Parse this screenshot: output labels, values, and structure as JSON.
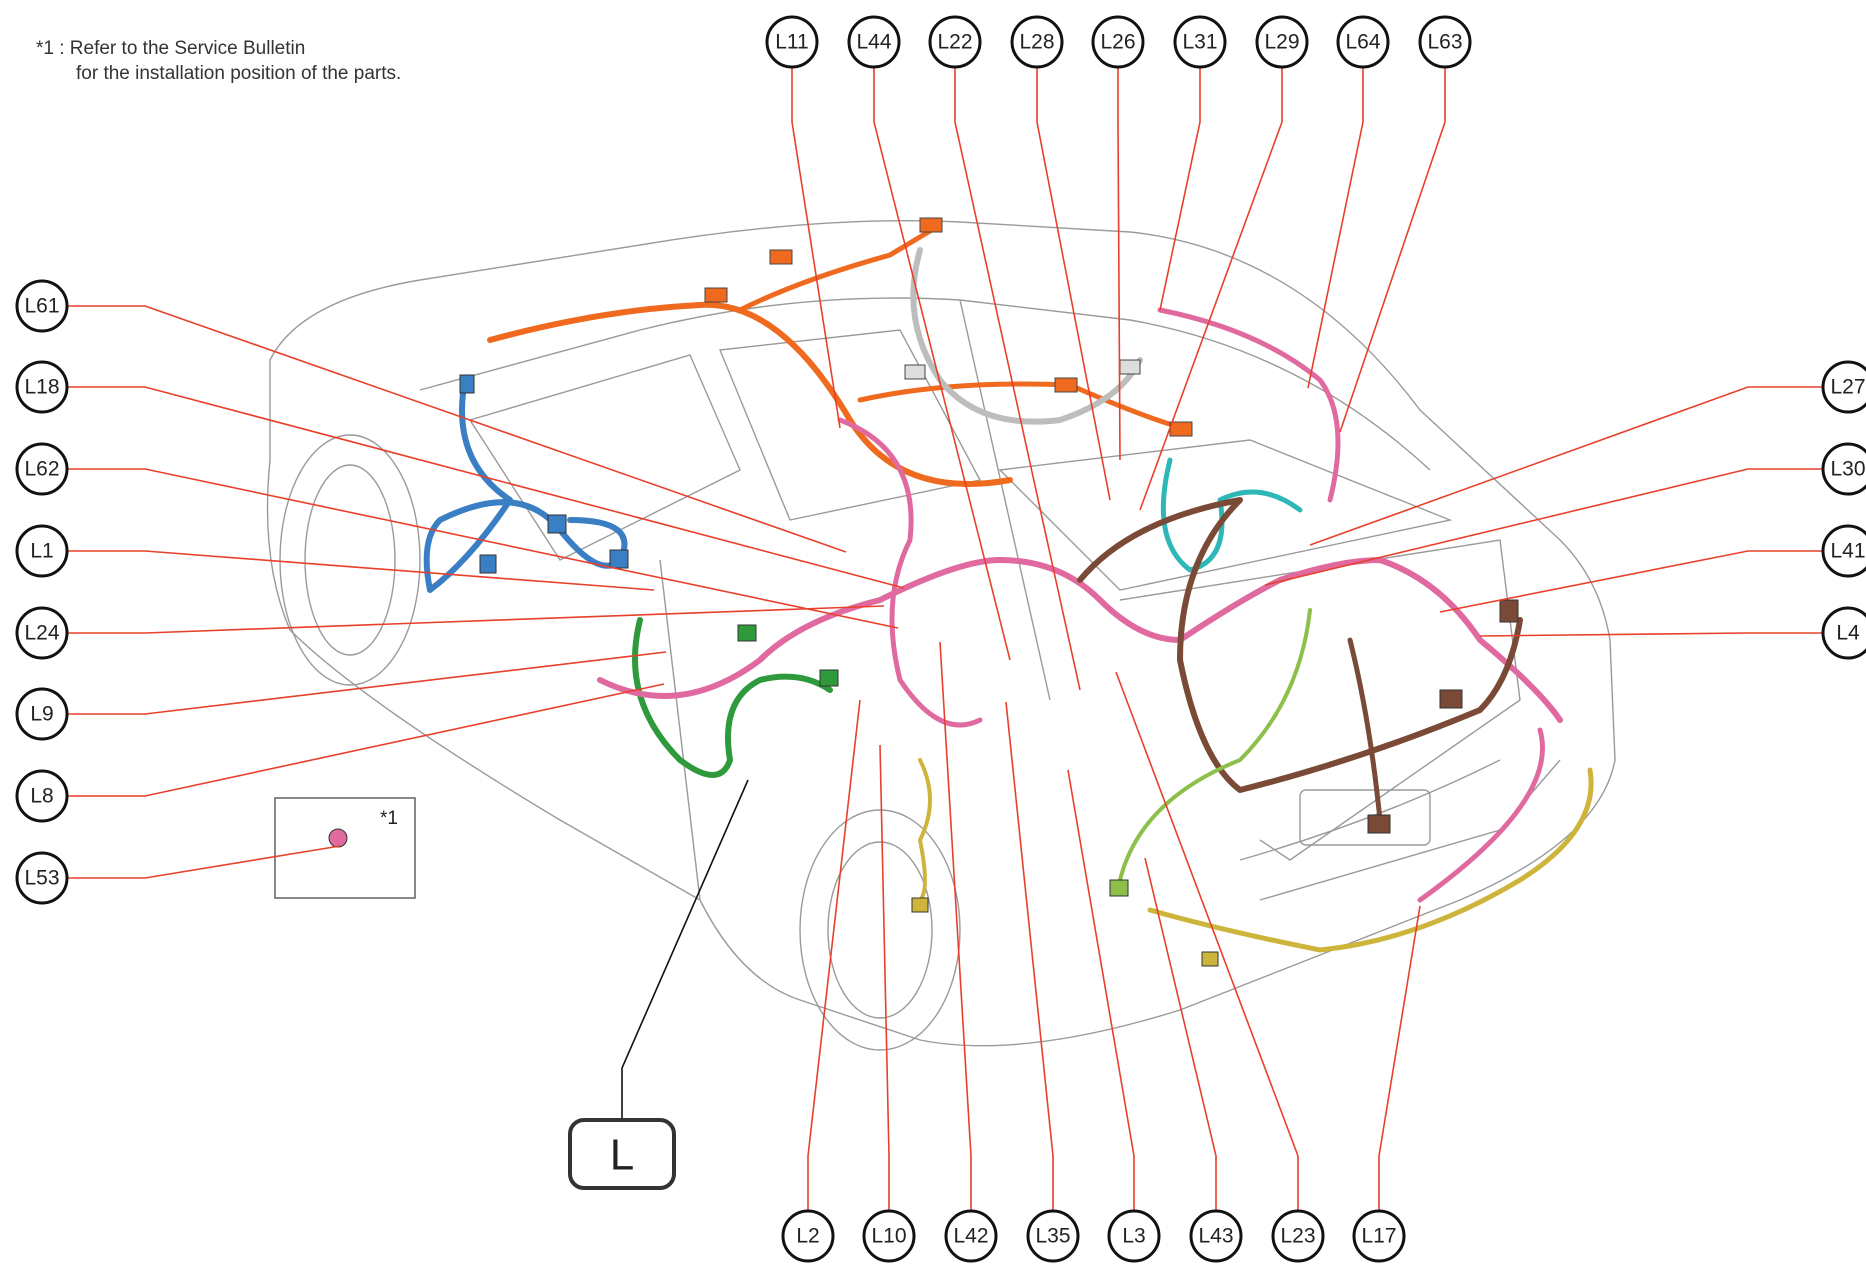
{
  "note": {
    "line1": "*1 : Refer to the Service Bulletin",
    "line2": "for the installation position of the parts."
  },
  "inset_label": "*1",
  "main_label": "L",
  "colors": {
    "leader": "#e8402a",
    "pink": "#e06aa0",
    "orange": "#ef6a1e",
    "blue": "#3a7ec4",
    "green": "#2e9a3c",
    "lime": "#8cc04a",
    "teal": "#2eb7b7",
    "brown": "#7a4a36",
    "yellow": "#cdb43a",
    "gray": "#bdbdbd"
  },
  "callouts": {
    "top": [
      "L11",
      "L44",
      "L22",
      "L28",
      "L26",
      "L31",
      "L29",
      "L64",
      "L63"
    ],
    "left": [
      "L61",
      "L18",
      "L62",
      "L1",
      "L24",
      "L9",
      "L8",
      "L53"
    ],
    "right": [
      "L27",
      "L30",
      "L41",
      "L4"
    ],
    "bottom": [
      "L2",
      "L10",
      "L42",
      "L35",
      "L3",
      "L43",
      "L23",
      "L17"
    ]
  }
}
